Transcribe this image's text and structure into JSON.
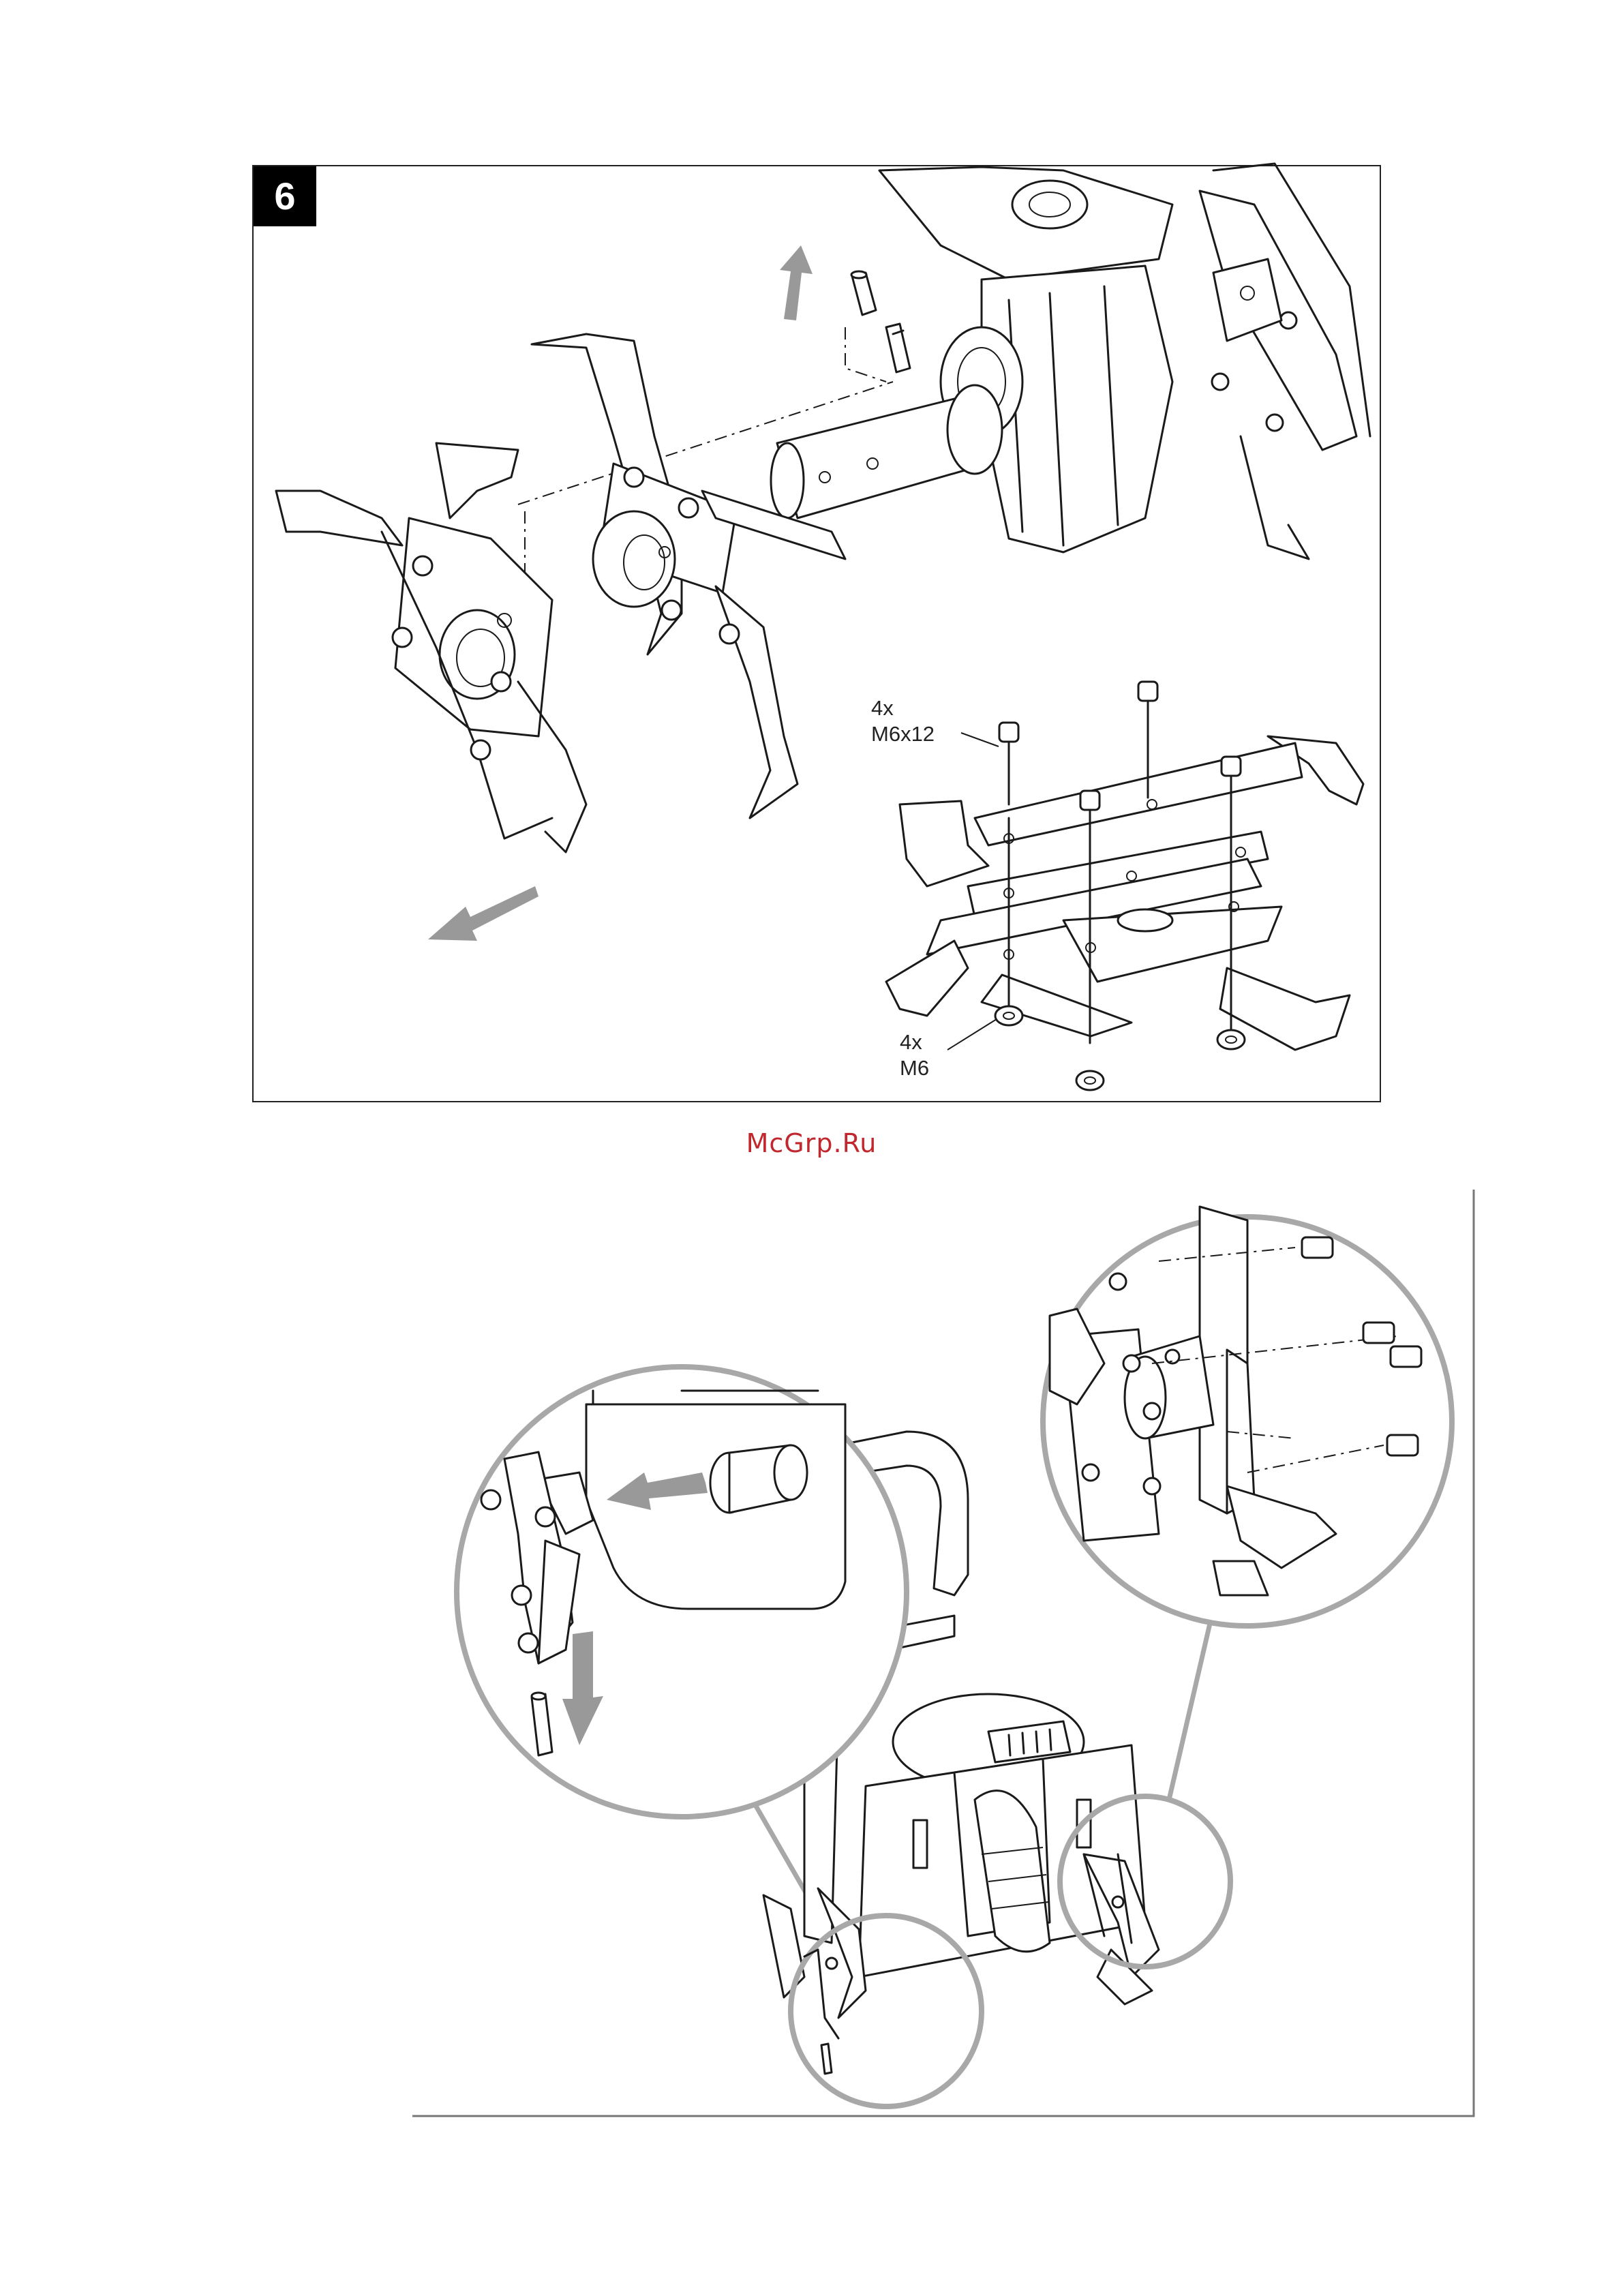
{
  "step": {
    "number": "6"
  },
  "callouts": {
    "screws": {
      "count": "4x",
      "size": "M6x12"
    },
    "nuts": {
      "count": "4x",
      "size": "M6"
    }
  },
  "watermark": "McGrp.Ru",
  "colors": {
    "badge": "#000000",
    "arrows": "#999999",
    "zoom_rings": "#a8a8a8",
    "watermark": "#c1272d"
  },
  "icons": [
    "remove-arrow-icon",
    "slide-arrow-icon",
    "insert-arrow-icon",
    "bolt-icon",
    "nut-icon"
  ]
}
